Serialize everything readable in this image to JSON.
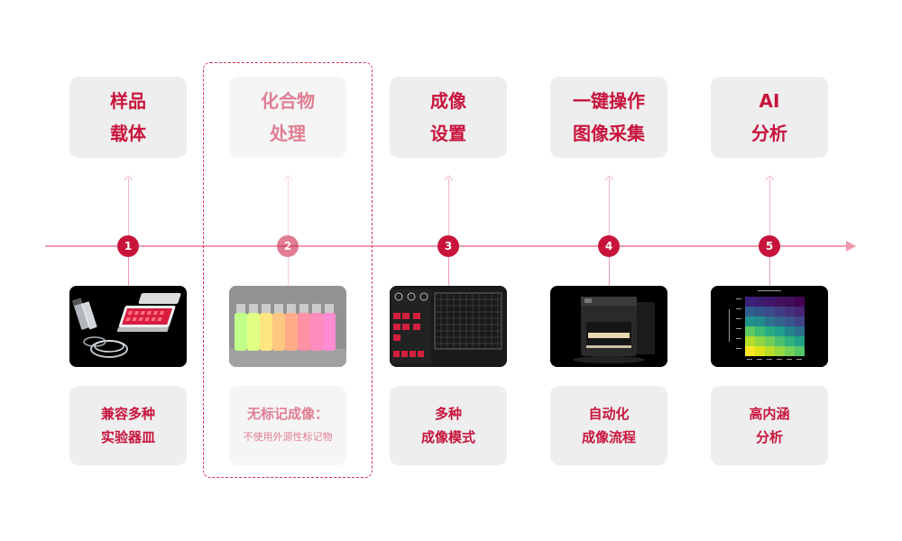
{
  "colors": {
    "accent": "#c8143c",
    "line": "#ef9aae",
    "box": "#eeeeee"
  },
  "steps": [
    {
      "number": "1",
      "top_line1": "样品",
      "top_line2": "载体",
      "bottom_line1": "兼容多种",
      "bottom_line2": "实验器皿"
    },
    {
      "number": "2",
      "top_line1": "化合物",
      "top_line2": "处理",
      "bottom_line1": "无标记成像：",
      "bottom_line2": "不使用外源性标记物"
    },
    {
      "number": "3",
      "top_line1": "成像",
      "top_line2": "设置",
      "bottom_line1": "多种",
      "bottom_line2": "成像模式"
    },
    {
      "number": "4",
      "top_line1": "一键操作",
      "top_line2": "图像采集",
      "bottom_line1": "自动化",
      "bottom_line2": "成像流程"
    },
    {
      "number": "5",
      "top_line1": "AI",
      "top_line2": "分析",
      "bottom_line1": "高内涵",
      "bottom_line2": "分析"
    }
  ]
}
